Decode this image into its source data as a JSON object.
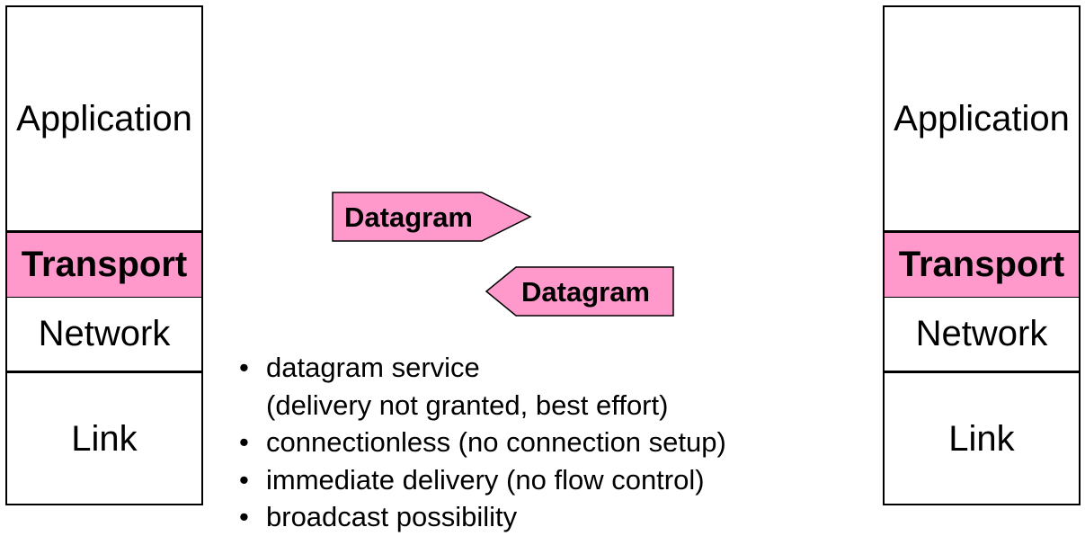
{
  "left_stack": {
    "application": "Application",
    "transport": "Transport",
    "network": "Network",
    "link": "Link"
  },
  "right_stack": {
    "application": "Application",
    "transport": "Transport",
    "network": "Network",
    "link": "Link"
  },
  "datagram_forward": {
    "label": "Datagram",
    "direction": "right"
  },
  "datagram_backward": {
    "label": "Datagram",
    "direction": "left"
  },
  "bullet_marker": "•",
  "bullets": [
    {
      "line1": "datagram service",
      "line2": "(delivery not granted, best effort)"
    },
    {
      "line1": "connectionless (no connection setup)"
    },
    {
      "line1": "immediate delivery (no flow control)"
    },
    {
      "line1": "broadcast possibility"
    }
  ],
  "colors": {
    "transport_fill": "#ff99cc",
    "datagram_fill": "#ff99cc",
    "border": "#000000"
  }
}
